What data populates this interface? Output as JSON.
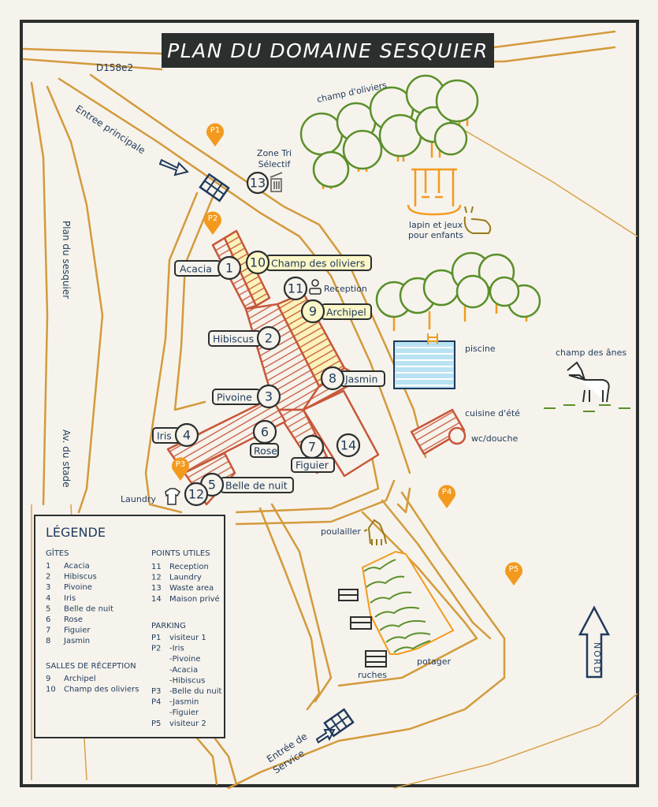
{
  "title": "PLAN DU DOMAINE SESQUIER",
  "roads": {
    "d158": "D158e2",
    "entree_principale": "Entree principale",
    "plan_sesquier": "Plan du sesquier",
    "av_stade": "Av. du stade",
    "entree_service_1": "Entrée de",
    "entree_service_2": "Service"
  },
  "places": {
    "champ_oliviers": "champ d'oliviers",
    "zone_tri_1": "Zone Tri",
    "zone_tri_2": "Sélectif",
    "lapin_1": "lapin et jeux",
    "lapin_2": "pour enfants",
    "piscine": "piscine",
    "champ_anes": "champ des ânes",
    "cuisine": "cuisine d'été",
    "wc": "wc/douche",
    "poulailler": "poulailler",
    "potager": "potager",
    "ruches": "ruches",
    "nord": "NORD",
    "laundry": "Laundry",
    "reception": "Reception"
  },
  "map_badges": {
    "n1": "1",
    "n2": "2",
    "n3": "3",
    "n4": "4",
    "n5": "5",
    "n6": "6",
    "n7": "7",
    "n8": "8",
    "n9": "9",
    "n10": "10",
    "n11": "11",
    "n12": "12",
    "n13": "13",
    "n14": "14"
  },
  "parking_pins": [
    "P1",
    "P2",
    "P3",
    "P4",
    "P5"
  ],
  "legend": {
    "title": "LÉGENDE",
    "gites_heading": "GÎTES",
    "gites": [
      {
        "num": "1",
        "name": "Acacia"
      },
      {
        "num": "2",
        "name": "Hibiscus"
      },
      {
        "num": "3",
        "name": "Pivoine"
      },
      {
        "num": "4",
        "name": "Iris"
      },
      {
        "num": "5",
        "name": "Belle de nuit"
      },
      {
        "num": "6",
        "name": "Rose"
      },
      {
        "num": "7",
        "name": "Figuier"
      },
      {
        "num": "8",
        "name": "Jasmin"
      }
    ],
    "salles_heading": "SALLES DE RÉCEPTION",
    "salles": [
      {
        "num": "9",
        "name": "Archipel"
      },
      {
        "num": "10",
        "name": "Champ des oliviers"
      }
    ],
    "points_heading": "POINTS UTILES",
    "points": [
      {
        "num": "11",
        "name": "Reception"
      },
      {
        "num": "12",
        "name": "Laundry"
      },
      {
        "num": "13",
        "name": "Waste area"
      },
      {
        "num": "14",
        "name": "Maison privé"
      }
    ],
    "parking_heading": "PARKING",
    "parking": [
      {
        "num": "P1",
        "name": "visiteur 1"
      },
      {
        "num": "P2",
        "name": "-Iris"
      },
      {
        "num": "",
        "name": "-Pivoine"
      },
      {
        "num": "",
        "name": "-Acacia"
      },
      {
        "num": "",
        "name": "-Hibiscus"
      },
      {
        "num": "P3",
        "name": "-Belle du nuit"
      },
      {
        "num": "P4",
        "name": "-Jasmin"
      },
      {
        "num": "",
        "name": "-Figuier"
      },
      {
        "num": "P5",
        "name": "visiteur 2"
      }
    ]
  }
}
